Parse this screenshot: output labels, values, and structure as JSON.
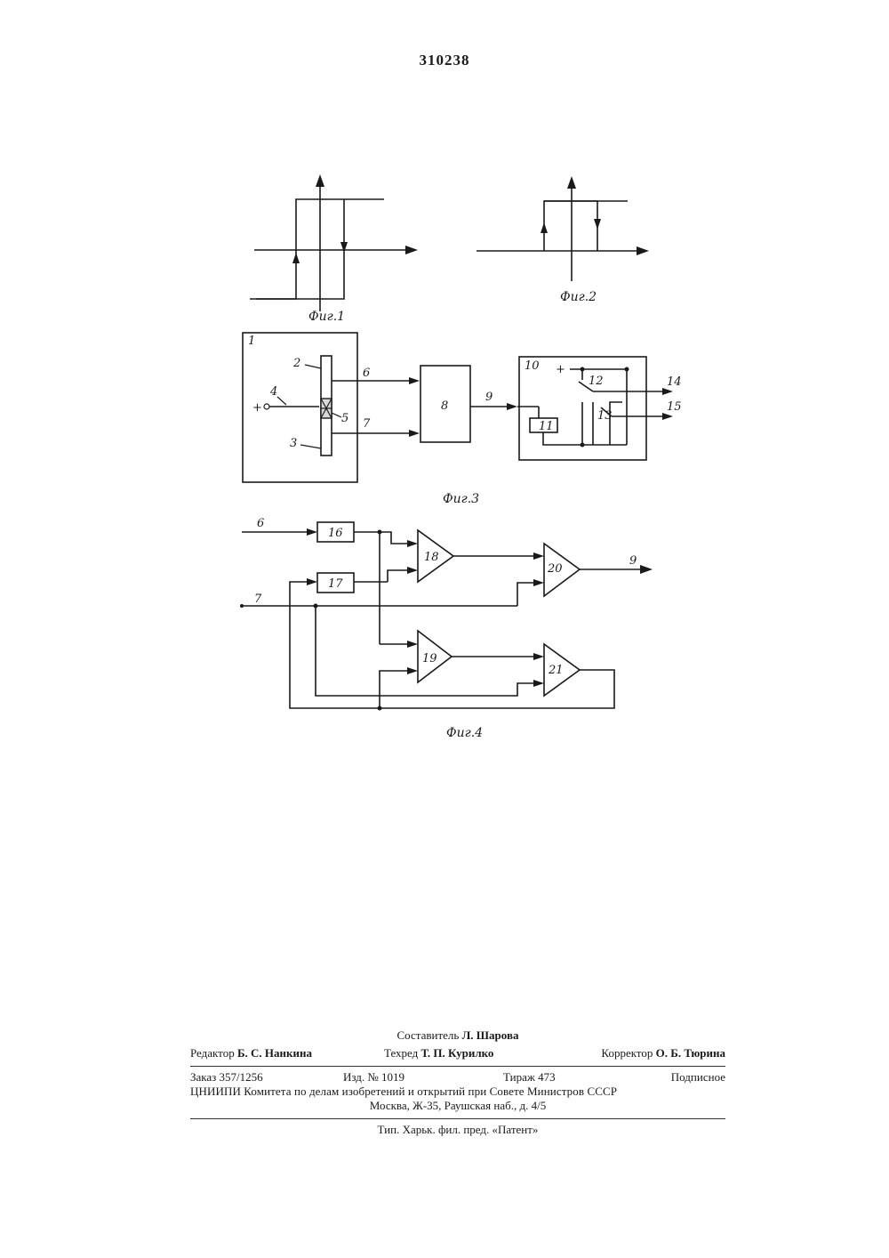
{
  "page_number": "310238",
  "figures": {
    "fig1_caption": "Фиг.1",
    "fig2_caption": "Фиг.2",
    "fig3_caption": "Фиг.3",
    "fig4_caption": "Фиг.4"
  },
  "fig3_labels": {
    "l1": "1",
    "l2": "2",
    "l3": "3",
    "l4": "4",
    "l5": "5",
    "l6": "6",
    "l7": "7",
    "l8": "8",
    "l9": "9",
    "l10": "10",
    "l11": "11",
    "l12": "12",
    "l13": "13",
    "l14": "14",
    "l15": "15",
    "plus_left": "+",
    "plus_right": "+"
  },
  "fig4_labels": {
    "in6": "6",
    "in7": "7",
    "b16": "16",
    "b17": "17",
    "a18": "18",
    "a19": "19",
    "a20": "20",
    "a21": "21",
    "out9": "9"
  },
  "colophon": {
    "compiler_label": "Составитель",
    "compiler_name": "Л. Шарова",
    "editor_label": "Редактор",
    "editor_name": "Б. С. Нанкина",
    "techred_label": "Техред",
    "techred_name": "Т. П. Курилко",
    "corrector_label": "Корректор",
    "corrector_name": "О. Б. Тюрина",
    "order": "Заказ 357/1256",
    "edition": "Изд. № 1019",
    "circulation": "Тираж 473",
    "subscription": "Подписное",
    "org_line": "ЦНИИПИ Комитета по делам изобретений и открытий при Совете Министров СССР",
    "address": "Москва, Ж-35, Раушская наб., д. 4/5",
    "printer": "Тип. Харьк. фил. пред. «Патент»"
  }
}
